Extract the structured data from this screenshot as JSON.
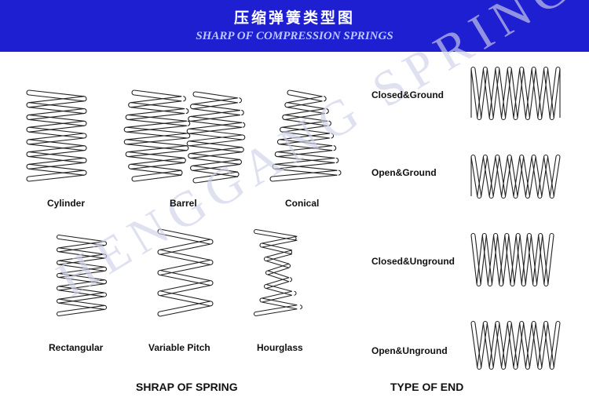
{
  "header": {
    "title_zh": "压缩弹簧类型图",
    "title_en": "SHARP OF COMPRESSION SPRINGS",
    "bg_color": "#1f1fd2"
  },
  "watermark": "HENGGANG SPRING",
  "shapes": {
    "cylinder": "Cylinder",
    "barrel": "Barrel",
    "conical": "Conical",
    "rectangular": "Rectangular",
    "variable_pitch": "Variable Pitch",
    "hourglass": "Hourglass"
  },
  "ends": {
    "closed_ground": "Closed&Ground",
    "open_ground": "Open&Ground",
    "closed_unground": "Closed&Unground",
    "open_unground": "Open&Unground"
  },
  "sections": {
    "shape_title": "SHRAP OF SPRING",
    "end_title": "TYPE OF END"
  }
}
